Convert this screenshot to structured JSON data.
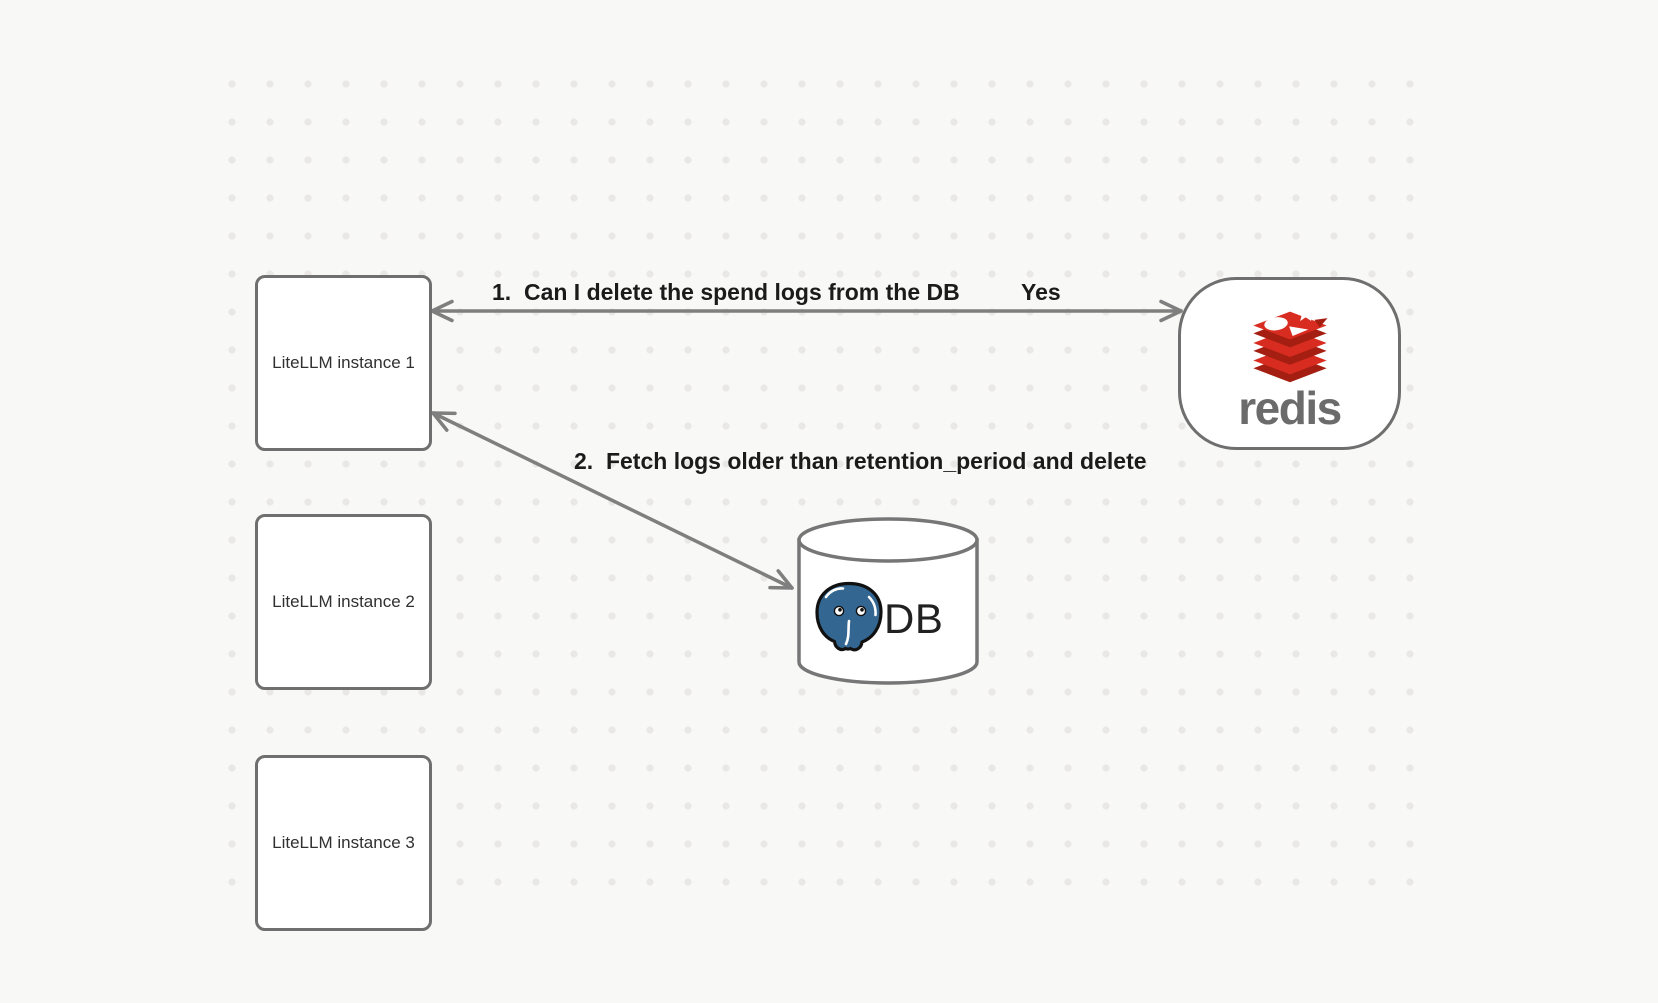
{
  "colors": {
    "background": "#f8f8f7",
    "grid_dot": "#e9e8e6",
    "shape_border": "#6f6f6f",
    "arrow": "#7f7f7f",
    "label_text": "#1b1b1b",
    "node_text": "#303030",
    "redis_red": "#d82c20",
    "redis_dark_red": "#a41e11",
    "redis_wordmark_gray": "#6b6b6b",
    "postgres_blue": "#336791"
  },
  "nodes": {
    "litellm_instances": [
      {
        "label": "LiteLLM instance 1"
      },
      {
        "label": "LiteLLM instance 2"
      },
      {
        "label": "LiteLLM instance 3"
      }
    ],
    "redis": {
      "wordmark": "redis",
      "icon": "redis-stack-logo"
    },
    "database": {
      "label": "DB",
      "icon": "postgresql-elephant-logo"
    }
  },
  "edges": [
    {
      "label": "1.  Can I delete the spend logs from the DB",
      "response": "Yes"
    },
    {
      "label": "2.  Fetch logs older than retention_period and delete"
    }
  ]
}
